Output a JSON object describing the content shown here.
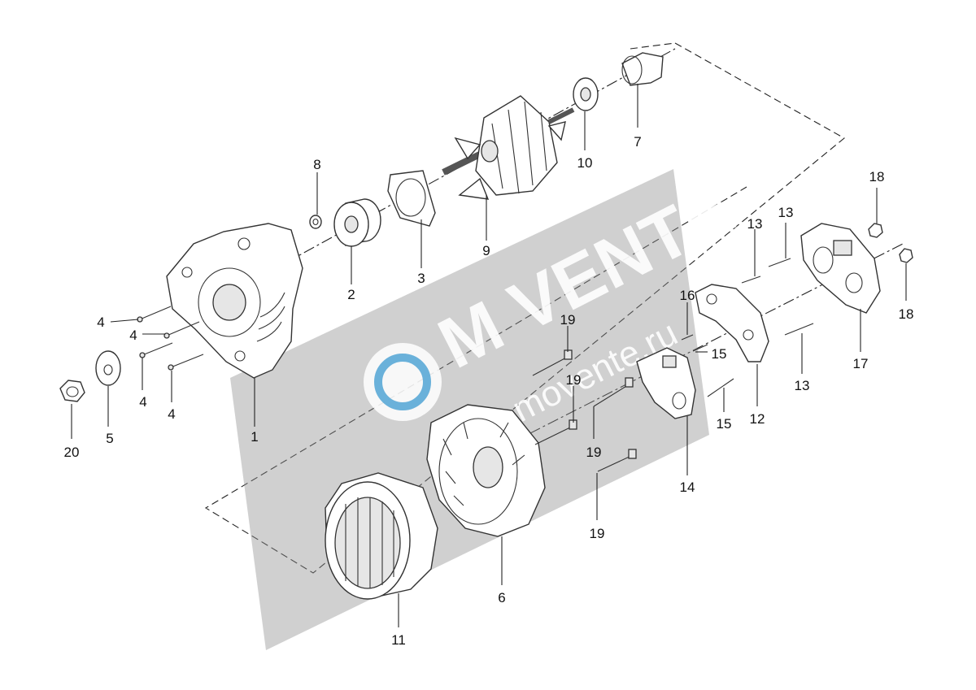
{
  "watermark": {
    "brand": "M VENTE",
    "url": "movente.ru",
    "band_color": "#8f8f8f",
    "accent_color": "#5aa9d6"
  },
  "callouts": [
    {
      "id": "c20",
      "label": "20"
    },
    {
      "id": "c5",
      "label": "5"
    },
    {
      "id": "c4a",
      "label": "4"
    },
    {
      "id": "c4b",
      "label": "4"
    },
    {
      "id": "c4c",
      "label": "4"
    },
    {
      "id": "c4d",
      "label": "4"
    },
    {
      "id": "c1",
      "label": "1"
    },
    {
      "id": "c8",
      "label": "8"
    },
    {
      "id": "c2",
      "label": "2"
    },
    {
      "id": "c3",
      "label": "3"
    },
    {
      "id": "c9",
      "label": "9"
    },
    {
      "id": "c10",
      "label": "10"
    },
    {
      "id": "c7",
      "label": "7"
    },
    {
      "id": "c18a",
      "label": "18"
    },
    {
      "id": "c18b",
      "label": "18"
    },
    {
      "id": "c13a",
      "label": "13"
    },
    {
      "id": "c13b",
      "label": "13"
    },
    {
      "id": "c13c",
      "label": "13"
    },
    {
      "id": "c16",
      "label": "16"
    },
    {
      "id": "c15a",
      "label": "15"
    },
    {
      "id": "c15b",
      "label": "15"
    },
    {
      "id": "c12",
      "label": "12"
    },
    {
      "id": "c17",
      "label": "17"
    },
    {
      "id": "c14",
      "label": "14"
    },
    {
      "id": "c19a",
      "label": "19"
    },
    {
      "id": "c19b",
      "label": "19"
    },
    {
      "id": "c19c",
      "label": "19"
    },
    {
      "id": "c19d",
      "label": "19"
    },
    {
      "id": "c6",
      "label": "6"
    },
    {
      "id": "c11",
      "label": "11"
    }
  ]
}
